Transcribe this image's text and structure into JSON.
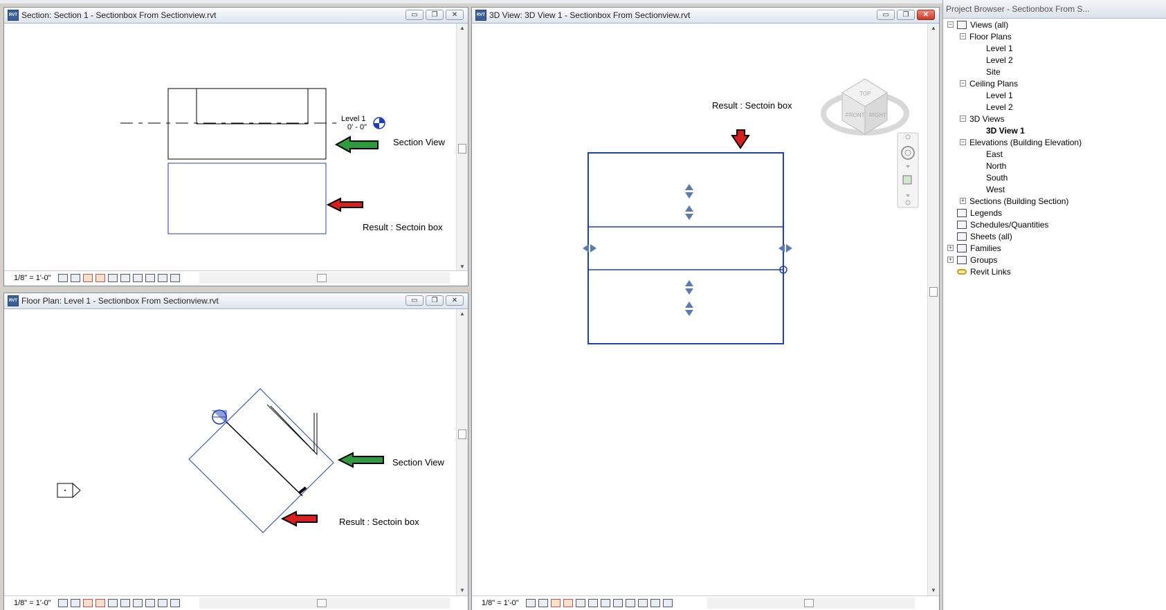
{
  "windows": {
    "section": {
      "title": "Section: Section 1 - Sectionbox From Sectionview.rvt",
      "level_name": "Level 1",
      "level_elev": "0' - 0\"",
      "label_section_view": "Section View",
      "label_result": "Result : Sectoin box",
      "scale": "1/8\" = 1'-0\""
    },
    "floorplan": {
      "title": "Floor Plan: Level 1 - Sectionbox From Sectionview.rvt",
      "label_section_view": "Section View",
      "label_result": "Result : Sectoin box",
      "scale": "1/8\" = 1'-0\""
    },
    "view3d": {
      "title": "3D View: 3D View 1 - Sectionbox From Sectionview.rvt",
      "label_result": "Result : Sectoin box",
      "viewcube": {
        "top": "TOP",
        "front": "FRONT",
        "right": "RIGHT"
      },
      "scale": "1/8\" = 1'-0\""
    }
  },
  "window_controls": {
    "minimize": "▭",
    "restore": "❐",
    "close": "✕"
  },
  "project_browser": {
    "title": "Project Browser - Sectionbox From S...",
    "items": [
      {
        "label": "Views (all)",
        "expander": "−"
      },
      {
        "label": "Floor Plans",
        "expander": "−"
      },
      {
        "label": "Level 1"
      },
      {
        "label": "Level 2"
      },
      {
        "label": "Site"
      },
      {
        "label": "Ceiling Plans",
        "expander": "−"
      },
      {
        "label": "Level 1"
      },
      {
        "label": "Level 2"
      },
      {
        "label": "3D Views",
        "expander": "−"
      },
      {
        "label": "3D View 1"
      },
      {
        "label": "Elevations (Building Elevation)",
        "expander": "−"
      },
      {
        "label": "East"
      },
      {
        "label": "North"
      },
      {
        "label": "South"
      },
      {
        "label": "West"
      },
      {
        "label": "Sections (Building Section)",
        "expander": "+"
      },
      {
        "label": "Legends"
      },
      {
        "label": "Schedules/Quantities"
      },
      {
        "label": "Sheets (all)"
      },
      {
        "label": "Families",
        "expander": "+"
      },
      {
        "label": "Groups",
        "expander": "+"
      },
      {
        "label": "Revit Links"
      }
    ]
  },
  "colors": {
    "section_box": "#1f3fb8",
    "green_arrow": "#2f9a3e",
    "red_arrow": "#d81e1e",
    "window_border": "#7a8ca8"
  }
}
